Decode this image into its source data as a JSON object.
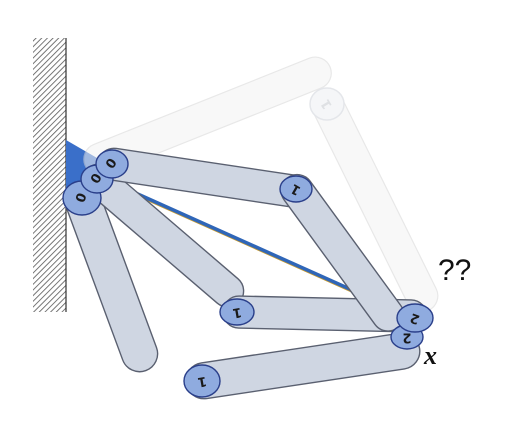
{
  "diagram": {
    "question_label": "??",
    "variable_label": "x",
    "colors": {
      "link_fill": "#cfd6e2",
      "link_stroke": "#5a6070",
      "joint_fill": "#8fabdf",
      "joint_stroke": "#2a3f8a",
      "wall_accent": "#3a6fc9",
      "diagonal": "#2f66b8",
      "diagonal_shadow": "#c89a2e",
      "ghost_stroke": "#d6d6d6"
    },
    "joints": {
      "ghost_far": "1",
      "top_left": "0",
      "inner_left": "0",
      "outer_left": "0",
      "top_right": "1",
      "inner_mid": "1",
      "bottom": "1",
      "right_end": "2",
      "right_lower": "2"
    }
  }
}
